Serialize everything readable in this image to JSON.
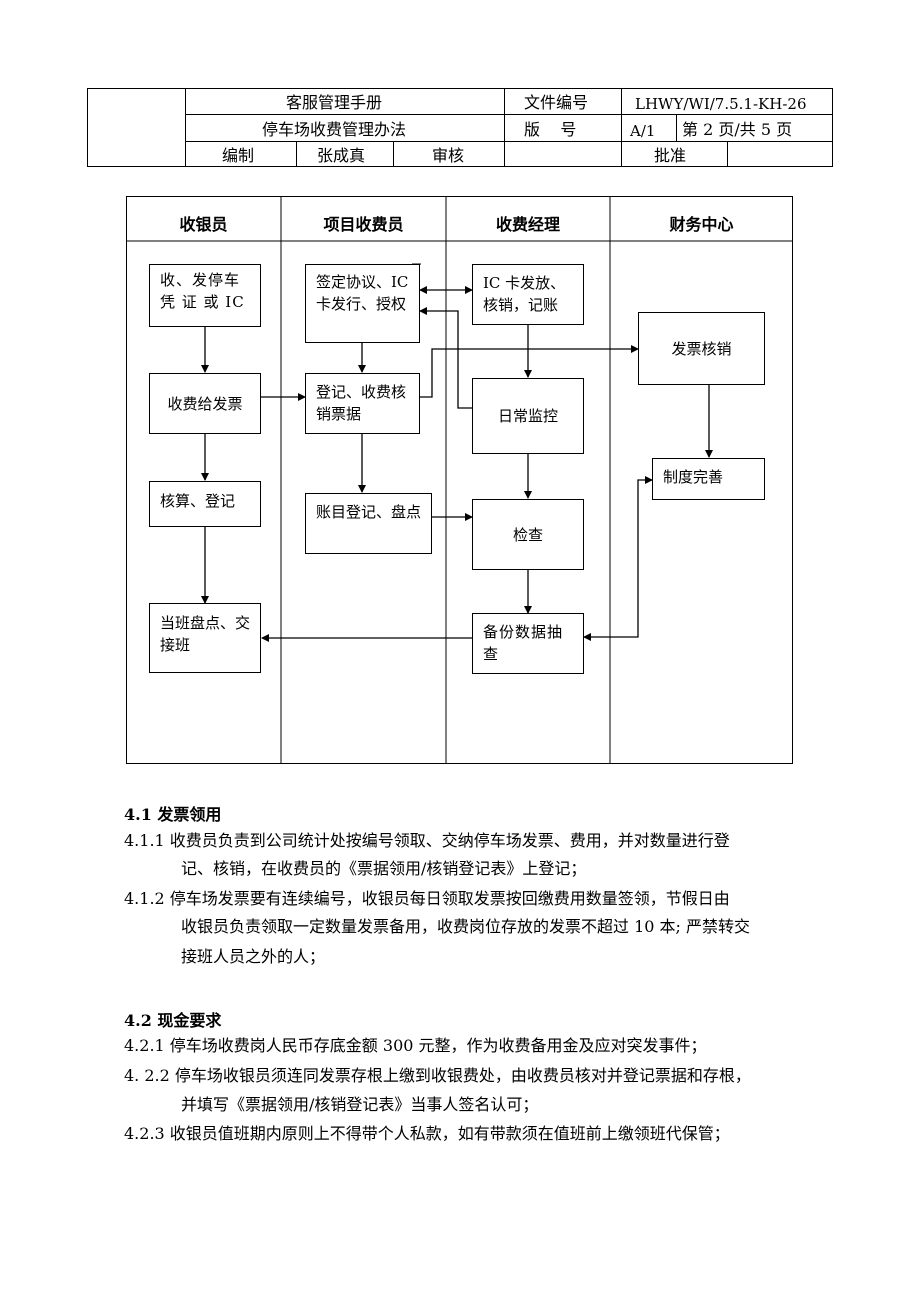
{
  "header": {
    "manual_title": "客服管理手册",
    "doc_title": "停车场收费管理办法",
    "file_no_label": "文件编号",
    "file_no_value": "LHWY/WI/7.5.1-KH-26",
    "version_label": "版    号",
    "version_value": "A/1",
    "page_info": "第 2 页/共 5 页",
    "prepared_label": "编制",
    "prepared_value": "张成真",
    "reviewed_label": "审核",
    "approved_label": "批准"
  },
  "flowchart": {
    "lanes": [
      "收银员",
      "项目收费员",
      "收费经理",
      "财务中心"
    ],
    "nodes": {
      "issue_voucher": "收、发停车凭 证 或 IC",
      "charge_invoice": "收费给发票",
      "account_register": "核算、登记",
      "shift_handover": "当班盘点、交接班",
      "sign_agreement": "签定协议、IC 卡发行、授权",
      "register_cancel": "登记、收费核销票据",
      "ledger_inventory": "账目登记、盘点",
      "ic_issue": "IC 卡发放、核销，记账",
      "daily_monitor": "日常监控",
      "inspect": "检查",
      "backup_check": "备份数据抽查",
      "invoice_cancel": "发票核销",
      "system_improve": "制度完善"
    }
  },
  "sections": [
    {
      "title": "4.1 发票领用",
      "paragraphs": [
        [
          "4.1.1  收费员负责到公司统计处按编号领取、交纳停车场发票、费用，并对数量进行登",
          "记、核销，在收费员的《票据领用/核销登记表》上登记；"
        ],
        [
          "4.1.2 停车场发票要有连续编号，收银员每日领取发票按回缴费用数量签领，节假日由",
          "收银员负责领取一定数量发票备用，收费岗位存放的发票不超过 10 本; 严禁转交",
          "接班人员之外的人；"
        ]
      ]
    },
    {
      "title": "4.2 现金要求",
      "paragraphs": [
        [
          "4.2.1 停车场收费岗人民币存底金额 300 元整，作为收费备用金及应对突发事件；"
        ],
        [
          "4.  2.2 停车场收银员须连同发票存根上缴到收银费处，由收费员核对并登记票据和存根，",
          "并填写《票据领用/核销登记表》当事人签名认可；"
        ],
        [
          "4.2.3 收银员值班期内原则上不得带个人私款，如有带款须在值班前上缴领班代保管；"
        ]
      ]
    }
  ]
}
